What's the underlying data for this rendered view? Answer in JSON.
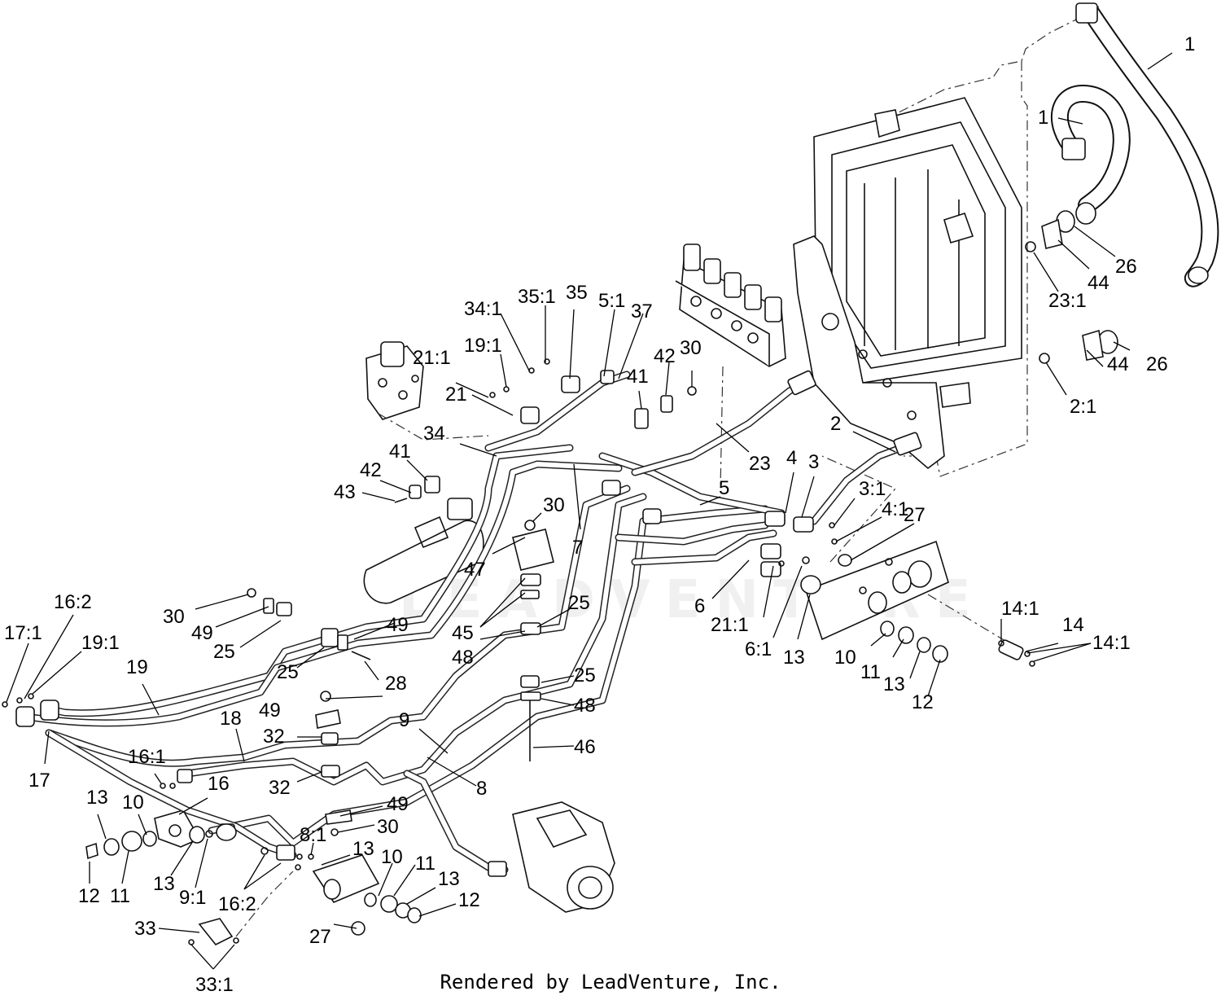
{
  "footer": "Rendered by LeadVenture, Inc.",
  "watermark": "LEADVENTURE",
  "callouts": [
    "1",
    "1",
    "26",
    "44",
    "23:1",
    "44",
    "26",
    "2:1",
    "2",
    "23",
    "35:1",
    "35",
    "5:1",
    "37",
    "34:1",
    "19:1",
    "21:1",
    "21",
    "42",
    "30",
    "41",
    "34",
    "41",
    "42",
    "43",
    "5",
    "4",
    "3",
    "3:1",
    "4:1",
    "27",
    "7",
    "30",
    "47",
    "25",
    "45",
    "48",
    "6",
    "21:1",
    "6:1",
    "13",
    "10",
    "11",
    "13",
    "12",
    "14:1",
    "14",
    "14:1",
    "16:2",
    "17:1",
    "19:1",
    "30",
    "49",
    "25",
    "49",
    "25",
    "28",
    "19",
    "17",
    "18",
    "49",
    "32",
    "9",
    "8",
    "16:1",
    "32",
    "16",
    "13",
    "10",
    "12",
    "11",
    "13",
    "9:1",
    "49",
    "30",
    "8:1",
    "13",
    "10",
    "11",
    "13",
    "12",
    "16:2",
    "27",
    "33",
    "33:1",
    "25",
    "48",
    "46"
  ]
}
